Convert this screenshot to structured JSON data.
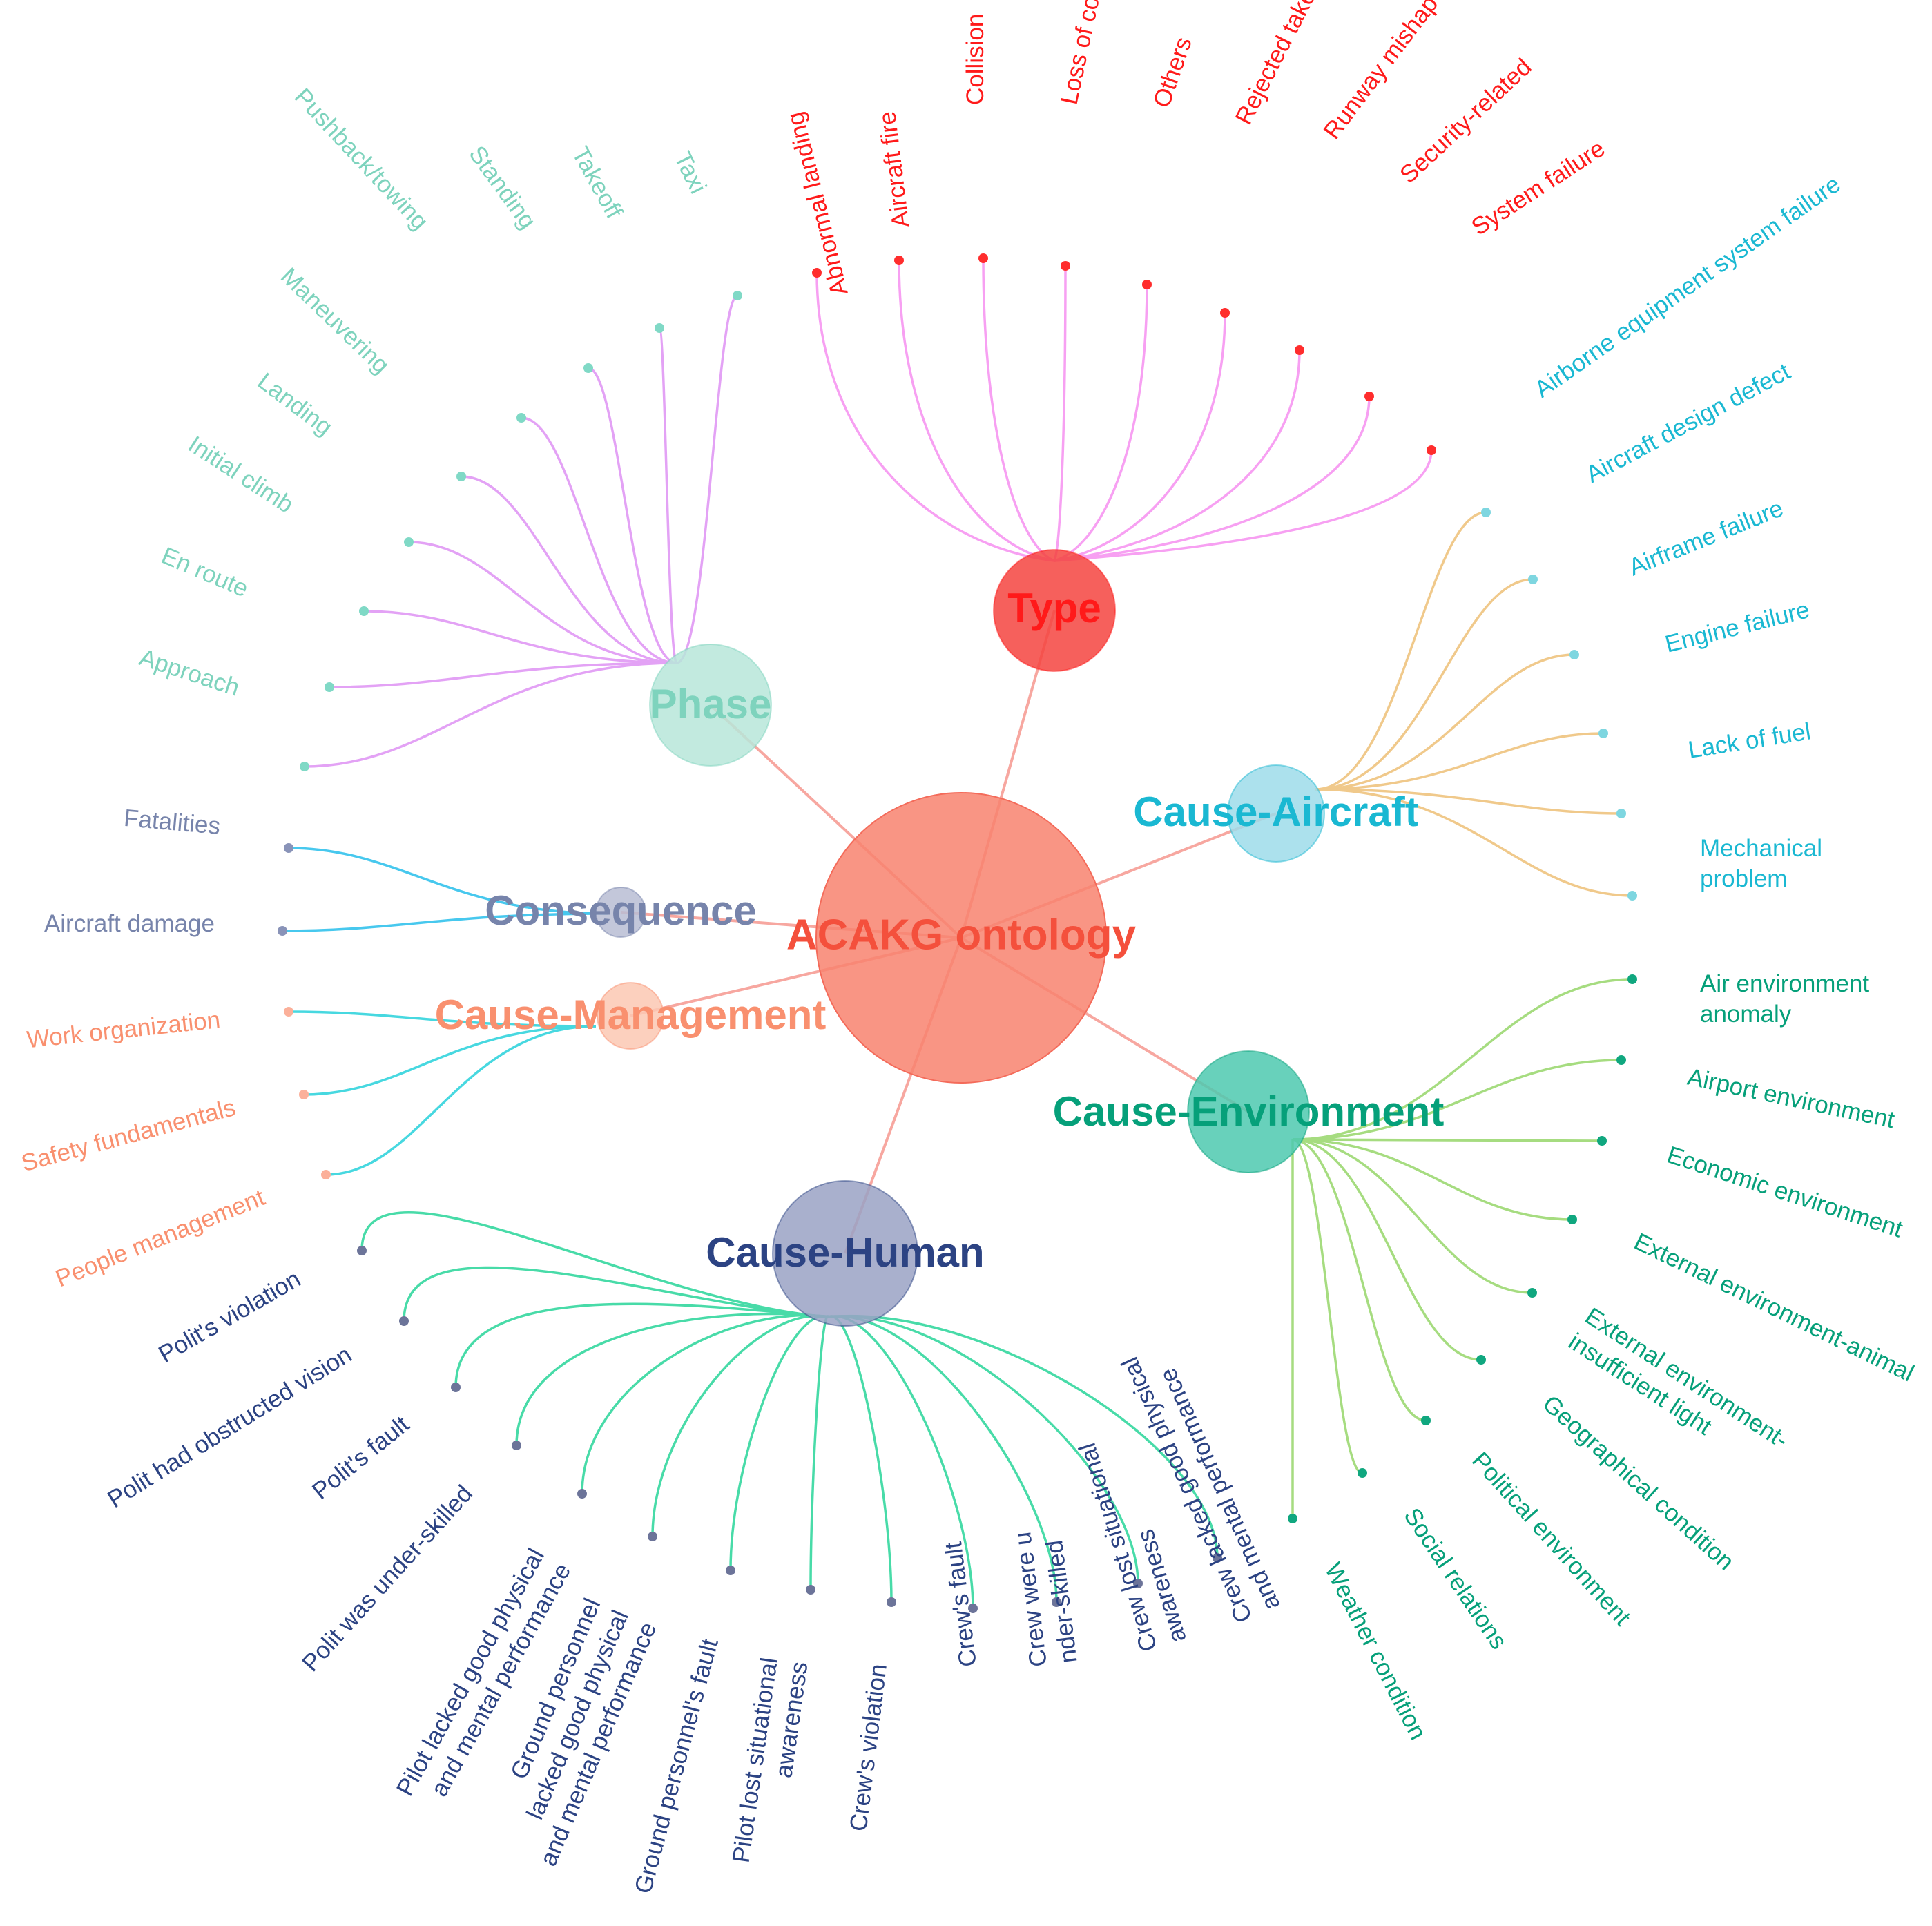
{
  "root": {
    "label": "ACAKG ontology",
    "color": "#f4503c",
    "fill": "#f8826f"
  },
  "hubs": [
    {
      "id": "type",
      "label": "Type",
      "color": "#ff1a1a",
      "fill": "#f4443f",
      "edge": "#f7a0f2",
      "dot": "#ff2d2d",
      "leaves": [
        "Abnormal landing",
        "Aircraft fire",
        "Collision",
        "Loss of control",
        "Others",
        "Rejected takeoff",
        "Runway mishap",
        "Security-related",
        "System failure"
      ]
    },
    {
      "id": "phase",
      "label": "Phase",
      "color": "#7ed3bd",
      "fill": "#b7e6d9",
      "edge": "#e3a2f5",
      "dot": "#80d9c6",
      "leaves": [
        "Taxi",
        "Takeoff",
        "Standing",
        "Pushback/towing",
        "Maneuvering",
        "Landing",
        "Initial climb",
        "En route",
        "Approach"
      ]
    },
    {
      "id": "aircraft",
      "label": "Cause-Aircraft",
      "color": "#1ab8d2",
      "fill": "#9edcea",
      "edge": "#f0c98b",
      "dot": "#7ed6e0",
      "leaves": [
        "Airborne equipment system failure",
        "Aircraft design defect",
        "Airframe failure",
        "Engine failure",
        "Lack of fuel",
        "Mechanical problem"
      ]
    },
    {
      "id": "consequence",
      "label": "Consequence",
      "color": "#7784ab",
      "fill": "#b8bdd4",
      "edge": "#47c8ee",
      "dot": "#8993b8",
      "leaves": [
        "Fatalities",
        "Aircraft damage"
      ]
    },
    {
      "id": "management",
      "label": "Cause-Management",
      "color": "#f9906f",
      "fill": "#fbc8b3",
      "edge": "#47d8e0",
      "dot": "#fbb09a",
      "leaves": [
        "Work organization",
        "Safety fundamentals",
        "People management"
      ]
    },
    {
      "id": "environment",
      "label": "Cause-Environment",
      "color": "#06a07a",
      "fill": "#4ec9af",
      "edge": "#a6dc80",
      "dot": "#10a77f",
      "leaves": [
        "Air environment anomaly",
        "Airport environment",
        "Economic environment",
        "External environment-animal",
        "External environment-insufficient light",
        "Geographical condition",
        "Political environment",
        "Social relations",
        "Weather condition"
      ]
    },
    {
      "id": "human",
      "label": "Cause-Human",
      "color": "#2c4383",
      "fill": "#9aa2c4",
      "edge": "#48dba8",
      "dot": "#6c7499",
      "leaves": [
        "Polit's violation",
        "Polit had obstructed vision",
        "Polit's fault",
        "Polit was under-skilled",
        "Pilot lacked good physical and mental performance",
        "Ground personnel lacked good physical and mental performance",
        "Ground personnel's fault",
        "Pilot lost situational awareness",
        "Crew's violation",
        "Crew's fault",
        "Crew were under-skilled",
        "Crew lost situational awareness",
        "Crew lacked good physical and mental performance"
      ]
    }
  ]
}
